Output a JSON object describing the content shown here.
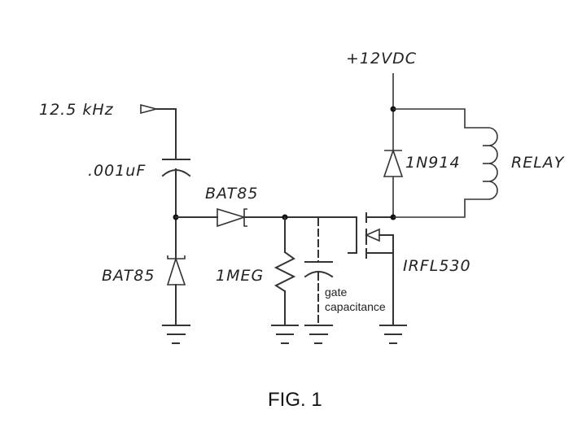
{
  "diagram": {
    "type": "schematic",
    "caption": "FIG. 1",
    "labels": {
      "input": "12.5  kHz",
      "coupling_cap": ".001uF",
      "series_diode": "BAT85",
      "shunt_diode": "BAT85",
      "resistor": "1MEG",
      "gate_cap_line1": "gate",
      "gate_cap_line2": "capacitance",
      "supply": "+12VDC",
      "flyback_diode": "1N914",
      "relay": "RELAY",
      "mosfet": "IRFL530"
    },
    "components": [
      {
        "id": "input",
        "kind": "signal-source",
        "value": "12.5 kHz"
      },
      {
        "id": "C1",
        "kind": "capacitor",
        "value": ".001uF"
      },
      {
        "id": "D1",
        "kind": "schottky-diode",
        "value": "BAT85",
        "orientation": "series"
      },
      {
        "id": "D2",
        "kind": "schottky-diode",
        "value": "BAT85",
        "orientation": "shunt-to-ground"
      },
      {
        "id": "R1",
        "kind": "resistor",
        "value": "1MEG"
      },
      {
        "id": "Cg",
        "kind": "capacitor",
        "value": "gate capacitance",
        "style": "dashed"
      },
      {
        "id": "Q1",
        "kind": "n-mosfet",
        "value": "IRFL530"
      },
      {
        "id": "D3",
        "kind": "diode",
        "value": "1N914"
      },
      {
        "id": "K1",
        "kind": "relay-coil",
        "value": "RELAY"
      },
      {
        "id": "V1",
        "kind": "supply",
        "value": "+12VDC"
      }
    ]
  }
}
